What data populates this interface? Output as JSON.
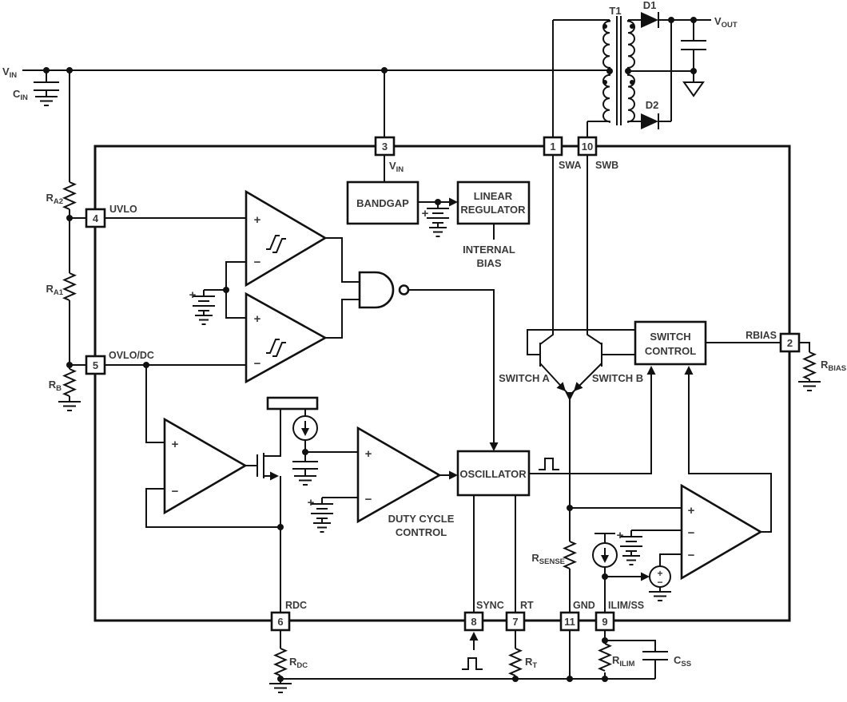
{
  "symbols": {
    "plus": "+",
    "minus": "−"
  },
  "external": {
    "vin": {
      "base": "V",
      "sub": "IN"
    },
    "cin": {
      "base": "C",
      "sub": "IN"
    },
    "ra2": {
      "base": "R",
      "sub": "A2"
    },
    "ra1": {
      "base": "R",
      "sub": "A1"
    },
    "rb": {
      "base": "R",
      "sub": "B"
    },
    "t1": "T1",
    "d1": "D1",
    "d2": "D2",
    "vout": {
      "base": "V",
      "sub": "OUT"
    },
    "rbias": {
      "base": "R",
      "sub": "BIAS"
    },
    "rdc": {
      "base": "R",
      "sub": "DC"
    },
    "rt": {
      "base": "R",
      "sub": "T"
    },
    "rilim": {
      "base": "R",
      "sub": "ILIM"
    },
    "css": {
      "base": "C",
      "sub": "SS"
    }
  },
  "ic": {
    "pins": {
      "p1": {
        "num": "1",
        "label": "SWA"
      },
      "p2": {
        "num": "2",
        "label": "RBIAS"
      },
      "p3": {
        "num": "3",
        "label": {
          "base": "V",
          "sub": "IN"
        }
      },
      "p4": {
        "num": "4",
        "label": "UVLO"
      },
      "p5": {
        "num": "5",
        "label": "OVLO/DC"
      },
      "p6": {
        "num": "6",
        "label": "RDC"
      },
      "p7": {
        "num": "7",
        "label": "RT"
      },
      "p8": {
        "num": "8",
        "label": "SYNC"
      },
      "p9": {
        "num": "9",
        "label": "ILIM/SS"
      },
      "p10": {
        "num": "10",
        "label": "SWB"
      },
      "p11": {
        "num": "11",
        "label": "GND"
      }
    },
    "blocks": {
      "bandgap": "BANDGAP",
      "linear_regulator": [
        "LINEAR",
        "REGULATOR"
      ],
      "internal_bias": [
        "INTERNAL",
        "BIAS"
      ],
      "oscillator": "OSCILLATOR",
      "switch_control": [
        "SWITCH",
        "CONTROL"
      ],
      "duty_cycle_control": [
        "DUTY CYCLE",
        "CONTROL"
      ]
    },
    "labels": {
      "switch_a": "SWITCH A",
      "switch_b": "SWITCH B",
      "rsense": {
        "base": "R",
        "sub": "SENSE"
      }
    }
  }
}
